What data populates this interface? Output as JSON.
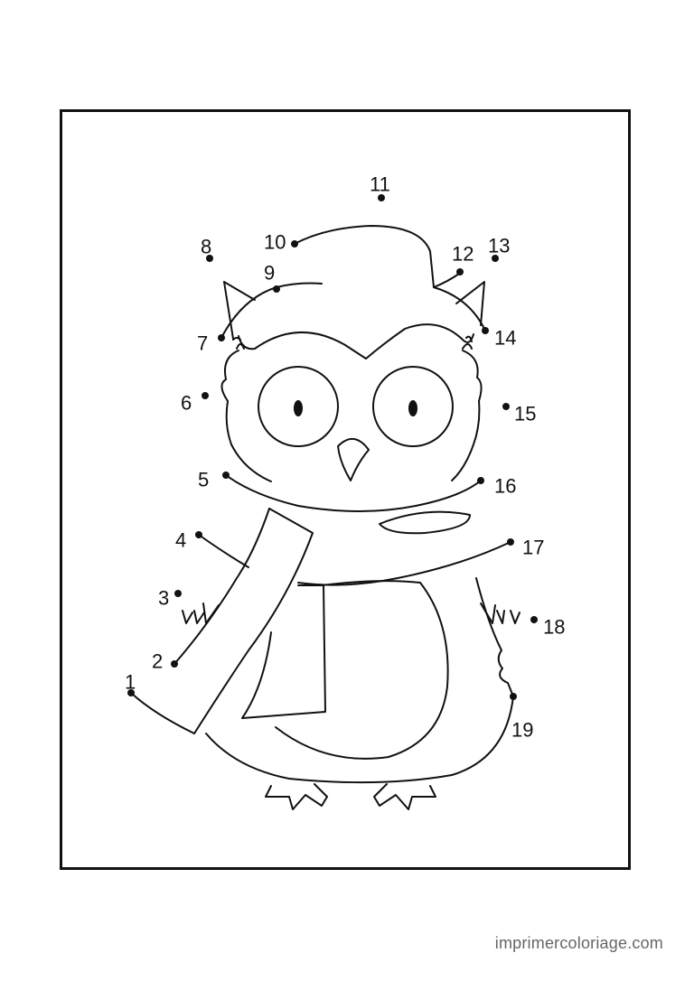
{
  "title": "",
  "footer": {
    "site": "imprimercoloriage.com"
  },
  "colors": {
    "ink": "#111111",
    "background": "#ffffff",
    "footer_text": "#666666"
  },
  "dots": [
    {
      "label": "1"
    },
    {
      "label": "2"
    },
    {
      "label": "3"
    },
    {
      "label": "4"
    },
    {
      "label": "5"
    },
    {
      "label": "6"
    },
    {
      "label": "7"
    },
    {
      "label": "8"
    },
    {
      "label": "9"
    },
    {
      "label": "10"
    },
    {
      "label": "11"
    },
    {
      "label": "12"
    },
    {
      "label": "13"
    },
    {
      "label": "14"
    },
    {
      "label": "15"
    },
    {
      "label": "16"
    },
    {
      "label": "17"
    },
    {
      "label": "18"
    },
    {
      "label": "19"
    }
  ],
  "illustration": {
    "subject": "owl-icon"
  }
}
